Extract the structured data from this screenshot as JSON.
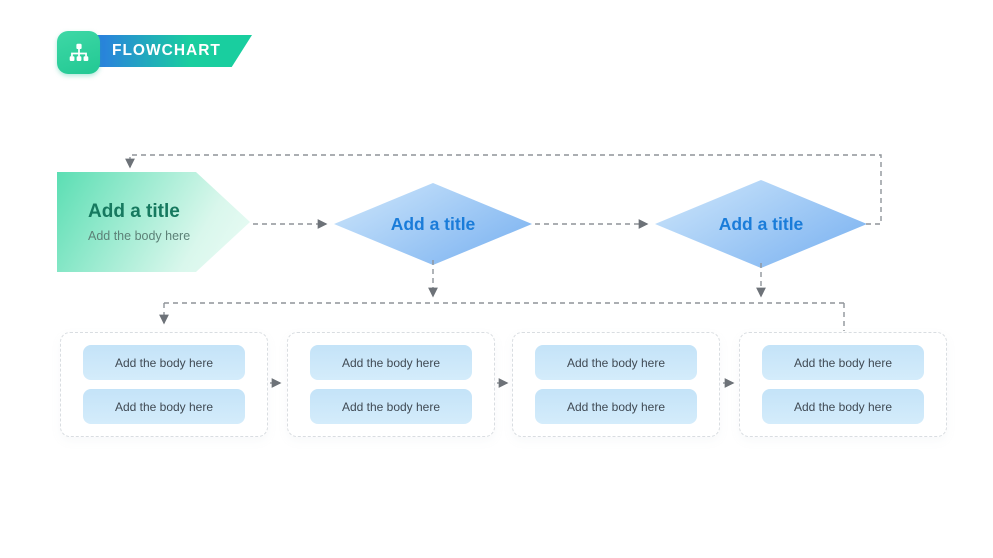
{
  "header": {
    "title": "FLOWCHART",
    "icon": "org-chart-icon"
  },
  "flow": {
    "start": {
      "title": "Add a title",
      "body": "Add the body here"
    },
    "decisions": [
      {
        "title": "Add a title"
      },
      {
        "title": "Add a title"
      }
    ],
    "groups": [
      {
        "items": [
          "Add the body here",
          "Add the body here"
        ]
      },
      {
        "items": [
          "Add the body here",
          "Add the body here"
        ]
      },
      {
        "items": [
          "Add the body here",
          "Add the body here"
        ]
      },
      {
        "items": [
          "Add the body here",
          "Add the body here"
        ]
      }
    ]
  },
  "colors": {
    "badge_green": "#22c893",
    "badge_green_light": "#3ed8a6",
    "banner_blue": "#2b7de1",
    "banner_teal": "#19ce9f",
    "pent_grad_a": "#5bdeb3",
    "pent_grad_b": "#d9f7ec",
    "pent_grad_c": "#ecfcf6",
    "pent_title": "#16795f",
    "pent_body": "#5c8177",
    "dia_grad_a": "#cfe7fb",
    "dia_grad_b": "#76aff0",
    "dia_title": "#1a7cd9",
    "pill_bg_a": "#c4e3f8",
    "pill_bg_b": "#d4ecfb",
    "pill_text": "#404a54",
    "card_border": "#d9dde1",
    "connector": "#8f9499",
    "arrow": "#6d7278"
  }
}
